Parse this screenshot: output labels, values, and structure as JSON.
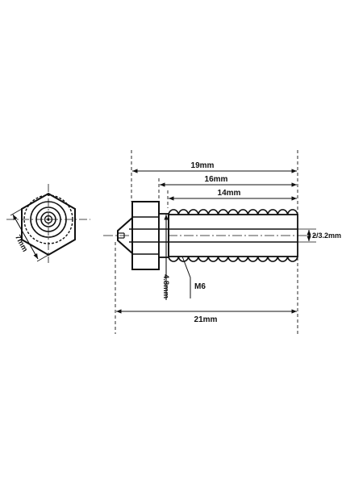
{
  "diagram": {
    "hex_size_label": "7mm",
    "dims": {
      "d19": "19mm",
      "d16": "16mm",
      "d14": "14mm",
      "d21": "21mm",
      "d48": "4.8mm",
      "thread": "M6",
      "bore": "2/3.2mm"
    }
  }
}
